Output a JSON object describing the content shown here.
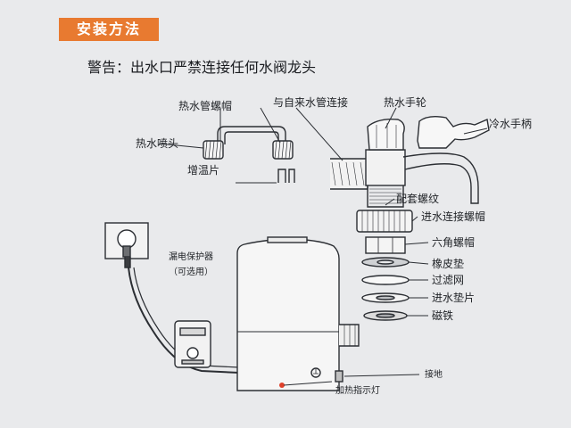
{
  "header": {
    "title": "安装方法",
    "warning": "警告：出水口严禁连接任何水阀龙头"
  },
  "labels": {
    "hot_pipe_nut": "热水管螺帽",
    "mains_connect": "与自来水管连接",
    "hot_handwheel": "热水手轮",
    "cold_handle": "冷水手柄",
    "hot_nozzle": "热水喷头",
    "heat_plate": "增温片",
    "matching_thread": "配套螺纹",
    "inlet_nut": "进水连接螺帽",
    "hex_nut": "六角螺帽",
    "rubber_gasket": "橡皮垫",
    "filter": "过滤网",
    "inlet_gasket": "进水垫片",
    "magnet": "磁铁",
    "leakage_protector": "漏电保护器",
    "optional": "（可选用）",
    "ground": "接地",
    "heat_indicator": "加热指示灯"
  },
  "colors": {
    "badge": "#e87a30",
    "paper": "#e9eaec",
    "ink": "#1f2226",
    "indicator": "#e0402a"
  }
}
